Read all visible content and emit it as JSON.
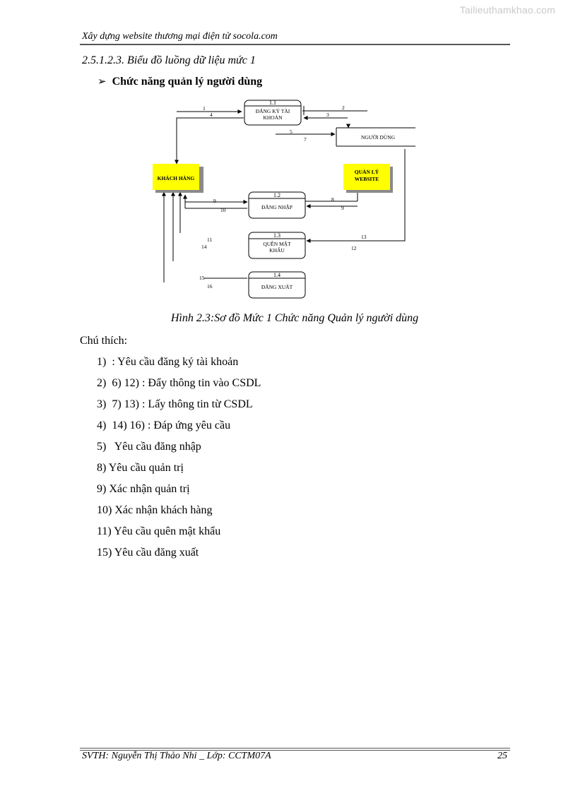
{
  "watermark": "Tailieuthamkhao.com",
  "header": {
    "title": "Xây dựng website thương mại điện tử  socola.com"
  },
  "section": {
    "title": "2.5.1.2.3. Biểu đồ luồng dữ liệu mức 1",
    "bullet": "➢",
    "subtitle": "Chức năng quản lý người dùng"
  },
  "diagram": {
    "processes": [
      {
        "id": "1.1",
        "label_line1": "ĐĂNG KÝ TÀI",
        "label_line2": "KHOẢN"
      },
      {
        "id": "1.2",
        "label_line1": "ĐĂNG NHẬP",
        "label_line2": ""
      },
      {
        "id": "1.3",
        "label_line1": "QUÊN MẬT",
        "label_line2": "KHẨU"
      },
      {
        "id": "1.4",
        "label_line1": "ĐĂNG XUẤT",
        "label_line2": ""
      }
    ],
    "datastore": "NGƯỜI DÙNG",
    "entities": {
      "customer": "KHÁCH HÀNG",
      "admin_line1": "QUẢN LÝ",
      "admin_line2": "WEBSITE"
    },
    "flow_numbers": [
      "1",
      "4",
      "2",
      "3",
      "5",
      "7",
      "9",
      "10",
      "8",
      "9",
      "11",
      "14",
      "13",
      "12",
      "15",
      "16"
    ],
    "colors": {
      "entity_fill": "#ffff00",
      "entity_shadow": "#8a8a8a"
    }
  },
  "caption": "Hình 2.3:Sơ đồ Mức 1 Chức năng Quản lý người dùng",
  "legend": {
    "title": "Chú thích:",
    "items": [
      "1)  : Yêu cầu đăng ký tài khoản",
      "2)  6) 12) : Đẩy thông tin vào CSDL",
      "3)  7) 13) : Lấy thông tin từ CSDL",
      "4)  14) 16) : Đáp ứng yêu cầu",
      "5)   Yêu cầu đăng nhập",
      "8) Yêu cầu quản trị",
      "9) Xác nhận quản trị",
      "10) Xác nhận khách hàng",
      "11) Yêu cầu quên mật khẩu",
      "15) Yêu cầu đăng xuất"
    ]
  },
  "footer": {
    "left": "SVTH: Nguyễn Thị Thảo Nhi _ Lớp: CCTM07A",
    "page": "25"
  }
}
